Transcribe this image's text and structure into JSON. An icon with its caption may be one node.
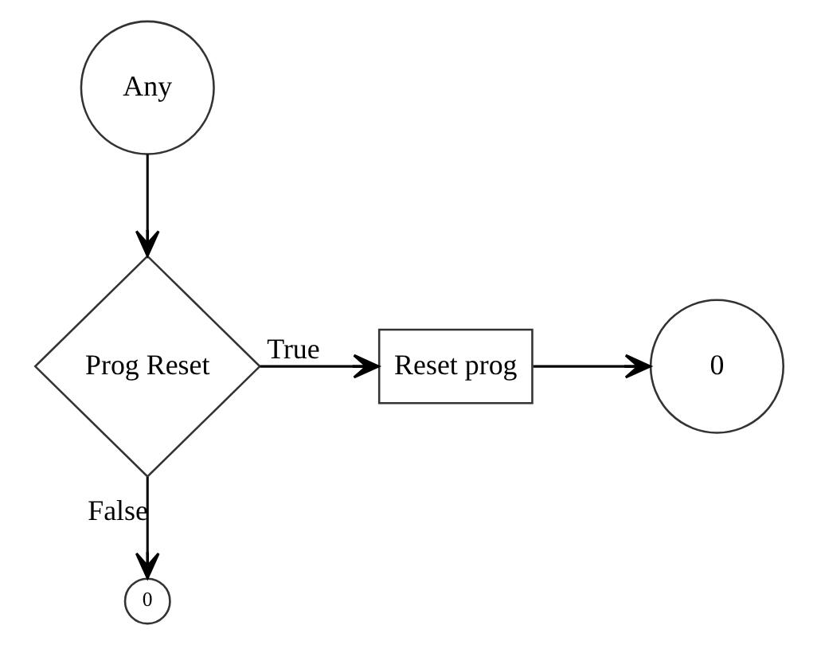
{
  "diagram": {
    "nodes": [
      {
        "text": [
          "Any"
        ]
      },
      {
        "text": [
          "Prog Reset"
        ]
      },
      {
        "text": [
          "Reset prog"
        ]
      },
      {
        "text": [
          "0"
        ]
      },
      {
        "text": [
          "0"
        ]
      }
    ],
    "edges": [
      {
        "from": 0,
        "to": 1,
        "arrow": "to"
      },
      {
        "from": 1,
        "to": 2,
        "arrow": "to",
        "label": "True"
      },
      {
        "from": 2,
        "to": 3,
        "arrow": "to"
      },
      {
        "from": 1,
        "to": 4,
        "arrow": "to",
        "label": "False"
      }
    ]
  }
}
